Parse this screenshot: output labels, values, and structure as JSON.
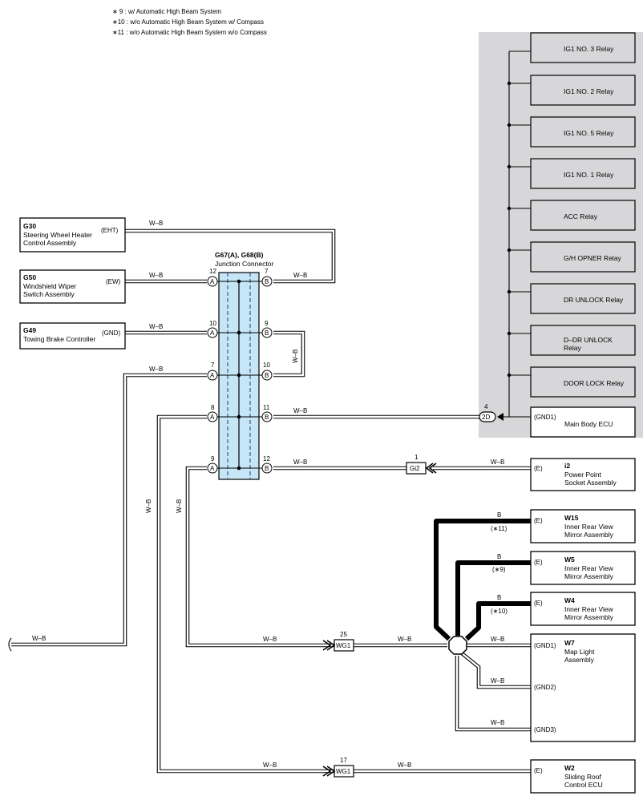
{
  "notes": [
    "∗ 9 : w/ Automatic High Beam System",
    "∗10 : w/o Automatic High Beam System w/ Compass",
    "∗11 : w/o Automatic High Beam System w/o Compass"
  ],
  "junction": {
    "title": "G67(A), G68(B)",
    "subtitle": "Junction Connector",
    "pins_a": [
      "12",
      "10",
      "7",
      "8",
      "9"
    ],
    "pins_b": [
      "7",
      "9",
      "10",
      "11",
      "12"
    ],
    "letter_a": "A",
    "letter_b": "B"
  },
  "components": {
    "g30": {
      "id": "G30",
      "l1": "Steering Wheel Heater",
      "l2": "Control Assembly",
      "pin": "(EHT)"
    },
    "g50": {
      "id": "G50",
      "l1": "Windshield Wiper",
      "l2": "Switch Assembly",
      "pin": "(EW)"
    },
    "g49": {
      "id": "G49",
      "l1": "Towing Brake Controller",
      "pin": "(GND)"
    },
    "ecu": {
      "pin": "(GND1)",
      "name": "Main Body ECU",
      "conn": "2D",
      "conn_pin": "4"
    },
    "i2": {
      "id": "i2",
      "l1": "Power Point",
      "l2": "Socket Assembly",
      "pin": "(E)"
    },
    "w15": {
      "id": "W15",
      "l1": "Inner Rear View",
      "l2": "Mirror Assembly",
      "pin": "(E)",
      "note": "(∗11)"
    },
    "w5": {
      "id": "W5",
      "l1": "Inner Rear View",
      "l2": "Mirror Assembly",
      "pin": "(E)",
      "note": "(∗9)"
    },
    "w4": {
      "id": "W4",
      "l1": "Inner Rear View",
      "l2": "Mirror Assembly",
      "pin": "(E)",
      "note": "(∗10)"
    },
    "w7": {
      "id": "W7",
      "l1": "Map Light",
      "l2": "Assembly",
      "pin1": "(GND1)",
      "pin2": "(GND2)",
      "pin3": "(GND3)"
    },
    "w2": {
      "id": "W2",
      "l1": "Sliding Roof",
      "l2": "Control ECU",
      "pin": "(E)"
    }
  },
  "relays": [
    "IG1 NO. 3 Relay",
    "IG1 NO. 2 Relay",
    "IG1 NO. 5 Relay",
    "IG1 NO. 1 Relay",
    "ACC Relay",
    "G/H OPNER Relay",
    "DR UNLOCK Relay",
    "D–DR UNLOCK|Relay",
    "DOOR LOCK Relay"
  ],
  "splices": {
    "gi2": {
      "name": "Gi2",
      "pin": "1"
    },
    "wg1a": {
      "name": "WG1",
      "pin": "25"
    },
    "wg1b": {
      "name": "WG1",
      "pin": "17"
    }
  },
  "wires": {
    "wb": "W–B",
    "b": "B"
  },
  "colors": {
    "relay_panel": "#d7d7d9",
    "junction_fill": "#c6e6f6",
    "junction_line": "#1f3b87"
  }
}
